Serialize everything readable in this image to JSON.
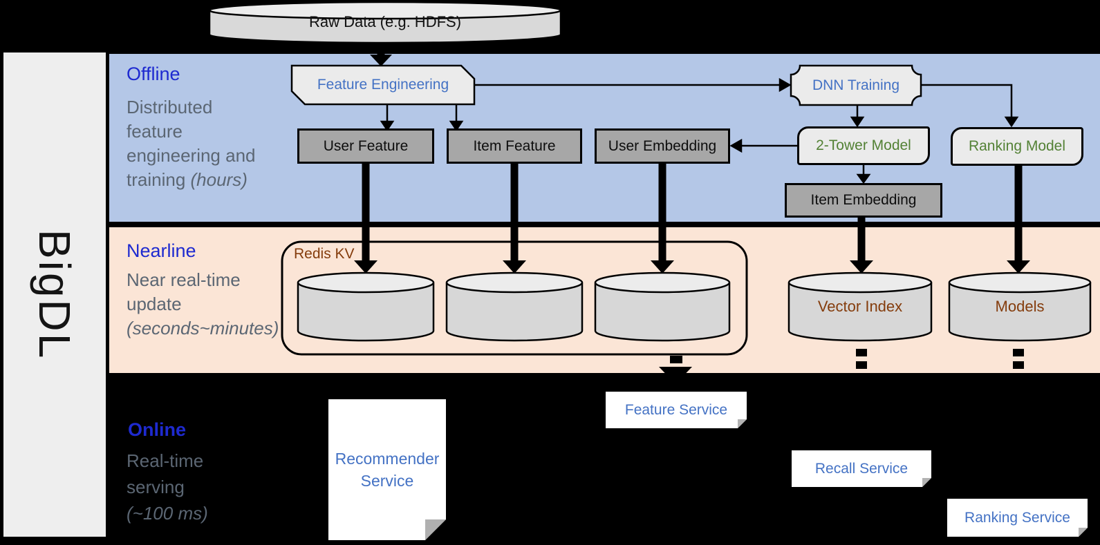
{
  "brand": {
    "label": "BigDL"
  },
  "colors": {
    "offline_band": "#b4c7e7",
    "nearline_band": "#fbe5d6",
    "heading_blue": "#1e2ad0",
    "node_blue": "#4472c4",
    "node_green": "#538135",
    "node_brown": "#843c0c",
    "gray_box": "#a7a7a7",
    "light_box": "#ebebeb",
    "body_text": "#5b6673"
  },
  "pipeline": {
    "source": {
      "label": "Raw Data (e.g. HDFS)"
    },
    "offline": {
      "title": "Offline",
      "description": "Distributed\nfeature\nengineering and\ntraining ",
      "description_italic": "(hours)",
      "nodes": {
        "feature_engineering": "Feature Engineering",
        "dnn_training": "DNN Training",
        "user_feature": "User Feature",
        "item_feature": "Item Feature",
        "user_embedding": "User Embedding",
        "two_tower_model": "2-Tower Model",
        "ranking_model": "Ranking Model",
        "item_embedding": "Item Embedding"
      }
    },
    "nearline": {
      "title": "Nearline",
      "description": "Near real-time\nupdate\n",
      "description_italic": "(seconds~minutes)",
      "redis_kv_label": "Redis KV",
      "vector_index_label": "Vector Index",
      "models_label": "Models"
    },
    "online": {
      "title": "Online",
      "description": "Real-time\nserving\n",
      "description_italic": "(~100 ms)",
      "services": {
        "recommender": "Recommender Service",
        "feature": "Feature Service",
        "recall": "Recall Service",
        "ranking": "Ranking Service"
      }
    }
  }
}
